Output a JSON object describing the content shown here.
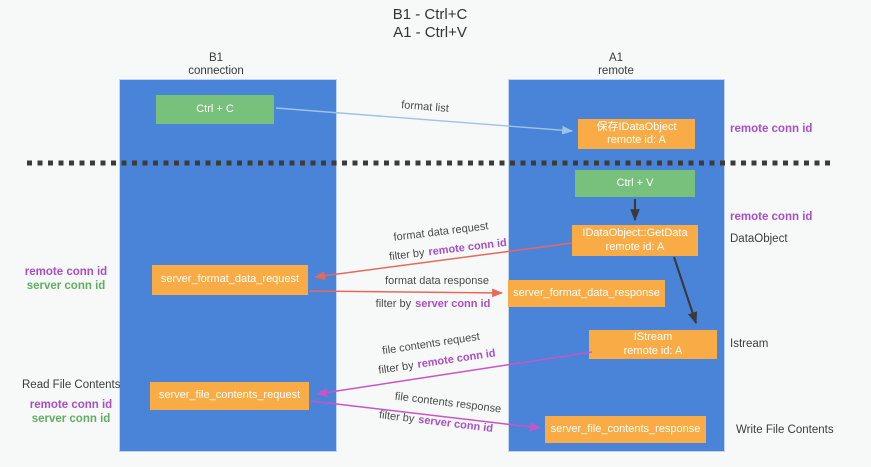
{
  "title": {
    "line1": "B1 - Ctrl+C",
    "line2": "A1 - Ctrl+V"
  },
  "lanes": {
    "b1": {
      "name": "B1",
      "subtitle": "connection"
    },
    "a1": {
      "name": "A1",
      "subtitle": "remote"
    }
  },
  "nodes": {
    "ctrl_c": {
      "label": "Ctrl + C"
    },
    "ctrl_v": {
      "label": "Ctrl + V"
    },
    "save_dataobject": {
      "line1": "保存IDataObject",
      "line2": "remote id: A"
    },
    "getdata": {
      "line1": "IDataObject::GetData",
      "line2": "remote id: A"
    },
    "istream": {
      "line1": "IStream",
      "line2": "remote id: A"
    },
    "format_request": {
      "label": "server_format_data_request"
    },
    "format_response": {
      "label": "server_format_data_response"
    },
    "file_request": {
      "label": "server_file_contents_request"
    },
    "file_response": {
      "label": "server_file_contents_response"
    }
  },
  "arrow_labels": {
    "format_list": "format list",
    "format_request": "format data request",
    "format_request_filter": {
      "prefix": "filter by",
      "value": "remote conn id"
    },
    "format_response": "format data response",
    "format_response_filter": {
      "prefix": "filter by",
      "value": "server conn id"
    },
    "file_request": "file contents request",
    "file_request_filter": {
      "prefix": "filter by",
      "value": "remote conn id"
    },
    "file_response": "file contents response",
    "file_response_filter": {
      "prefix": "filter by",
      "value": "server conn id"
    }
  },
  "side_labels": {
    "right_remote_conn_top": "remote conn id",
    "right_remote_conn_mid": "remote conn id",
    "right_dataobject": "DataObject",
    "right_istream": "Istream",
    "right_write_file": "Write File Contents",
    "left_remote_conn_1": "remote conn id",
    "left_server_conn_1": "server conn id",
    "left_read_file": "Read File Contents",
    "left_remote_conn_2": "remote conn id",
    "left_server_conn_2": "server conn id"
  },
  "colors": {
    "lane_blue": "#4A84D9",
    "box_orange": "#F9AC45",
    "box_green": "#77C17C",
    "arrow_blue": "#9CC3E8",
    "arrow_red": "#E8685C",
    "arrow_magenta": "#C855C8",
    "arrow_black": "#3A3A3A",
    "label_purple": "#A94FC6",
    "label_green": "#5FAF63",
    "text_dark": "#3C3C3C",
    "background": "#F7F8F8"
  }
}
